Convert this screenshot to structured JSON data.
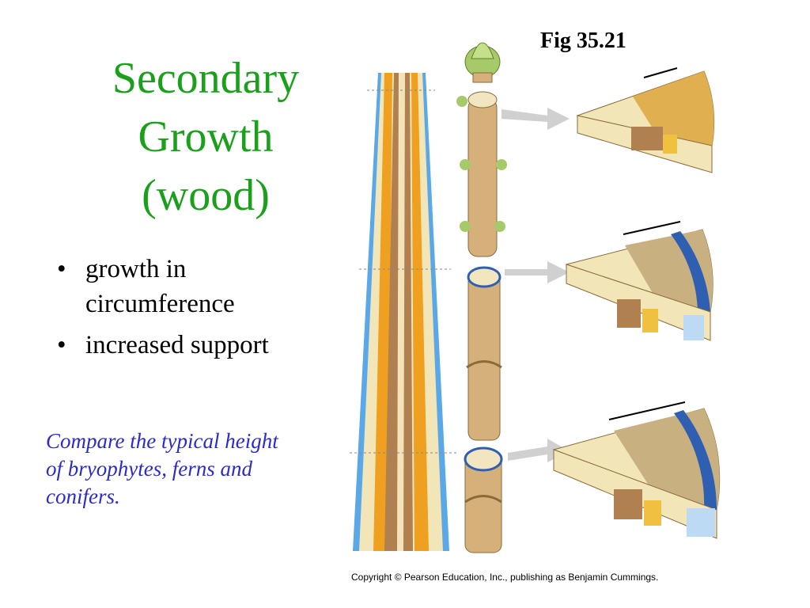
{
  "slide": {
    "title_lines": [
      "Secondary",
      "Growth",
      "(wood)"
    ],
    "figure_label": "Fig 35.21",
    "bullets": [
      "growth in circumference",
      "increased support"
    ],
    "note": "Compare the typical height of bryophytes, ferns and conifers.",
    "copyright": "Copyright © Pearson Education, Inc., publishing as Benjamin Cummings."
  },
  "colors": {
    "title": "#1aa01a",
    "note": "#2b2bc8",
    "bark": "#d6b07a",
    "xylem": "#f0c040",
    "phloem": "#2e5fb0"
  }
}
